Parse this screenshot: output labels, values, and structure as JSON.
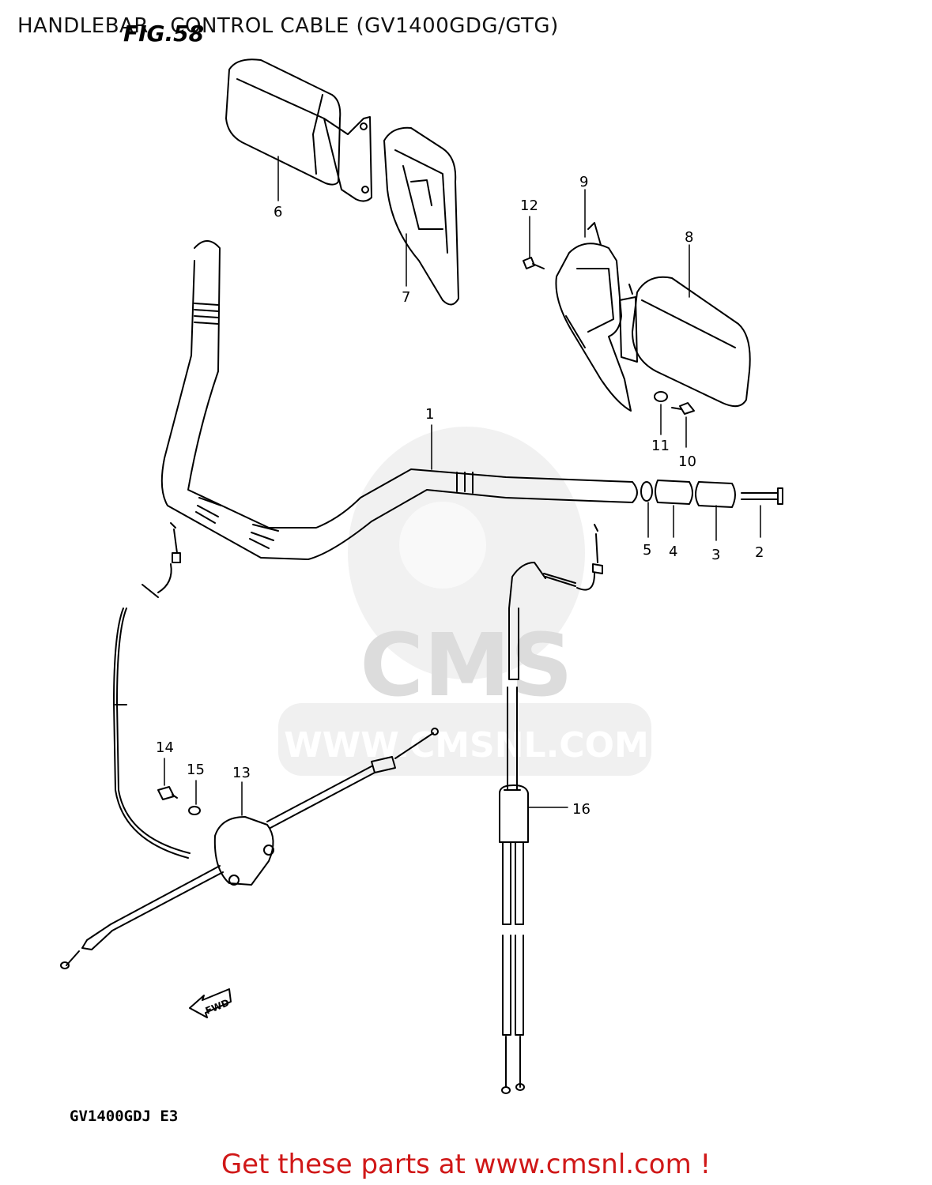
{
  "header": {
    "title": "HANDLEBAR - CONTROL CABLE (GV1400GDG/GTG)",
    "fig_label": "FIG.58"
  },
  "watermark": {
    "logo_text": "CMS",
    "url_text": "WWW.CMSNL.COM"
  },
  "callouts": {
    "c1": "1",
    "c2": "2",
    "c3": "3",
    "c4": "4",
    "c5": "5",
    "c6": "6",
    "c7": "7",
    "c8": "8",
    "c9": "9",
    "c10": "10",
    "c11": "11",
    "c12": "12",
    "c13": "13",
    "c14": "14",
    "c15": "15",
    "c16": "16"
  },
  "direction_label": "FWD",
  "model_code": "GV1400GDJ E3",
  "footer": {
    "link_text": "Get these parts at www.cmsnl.com !",
    "link_color": "#d01818"
  }
}
